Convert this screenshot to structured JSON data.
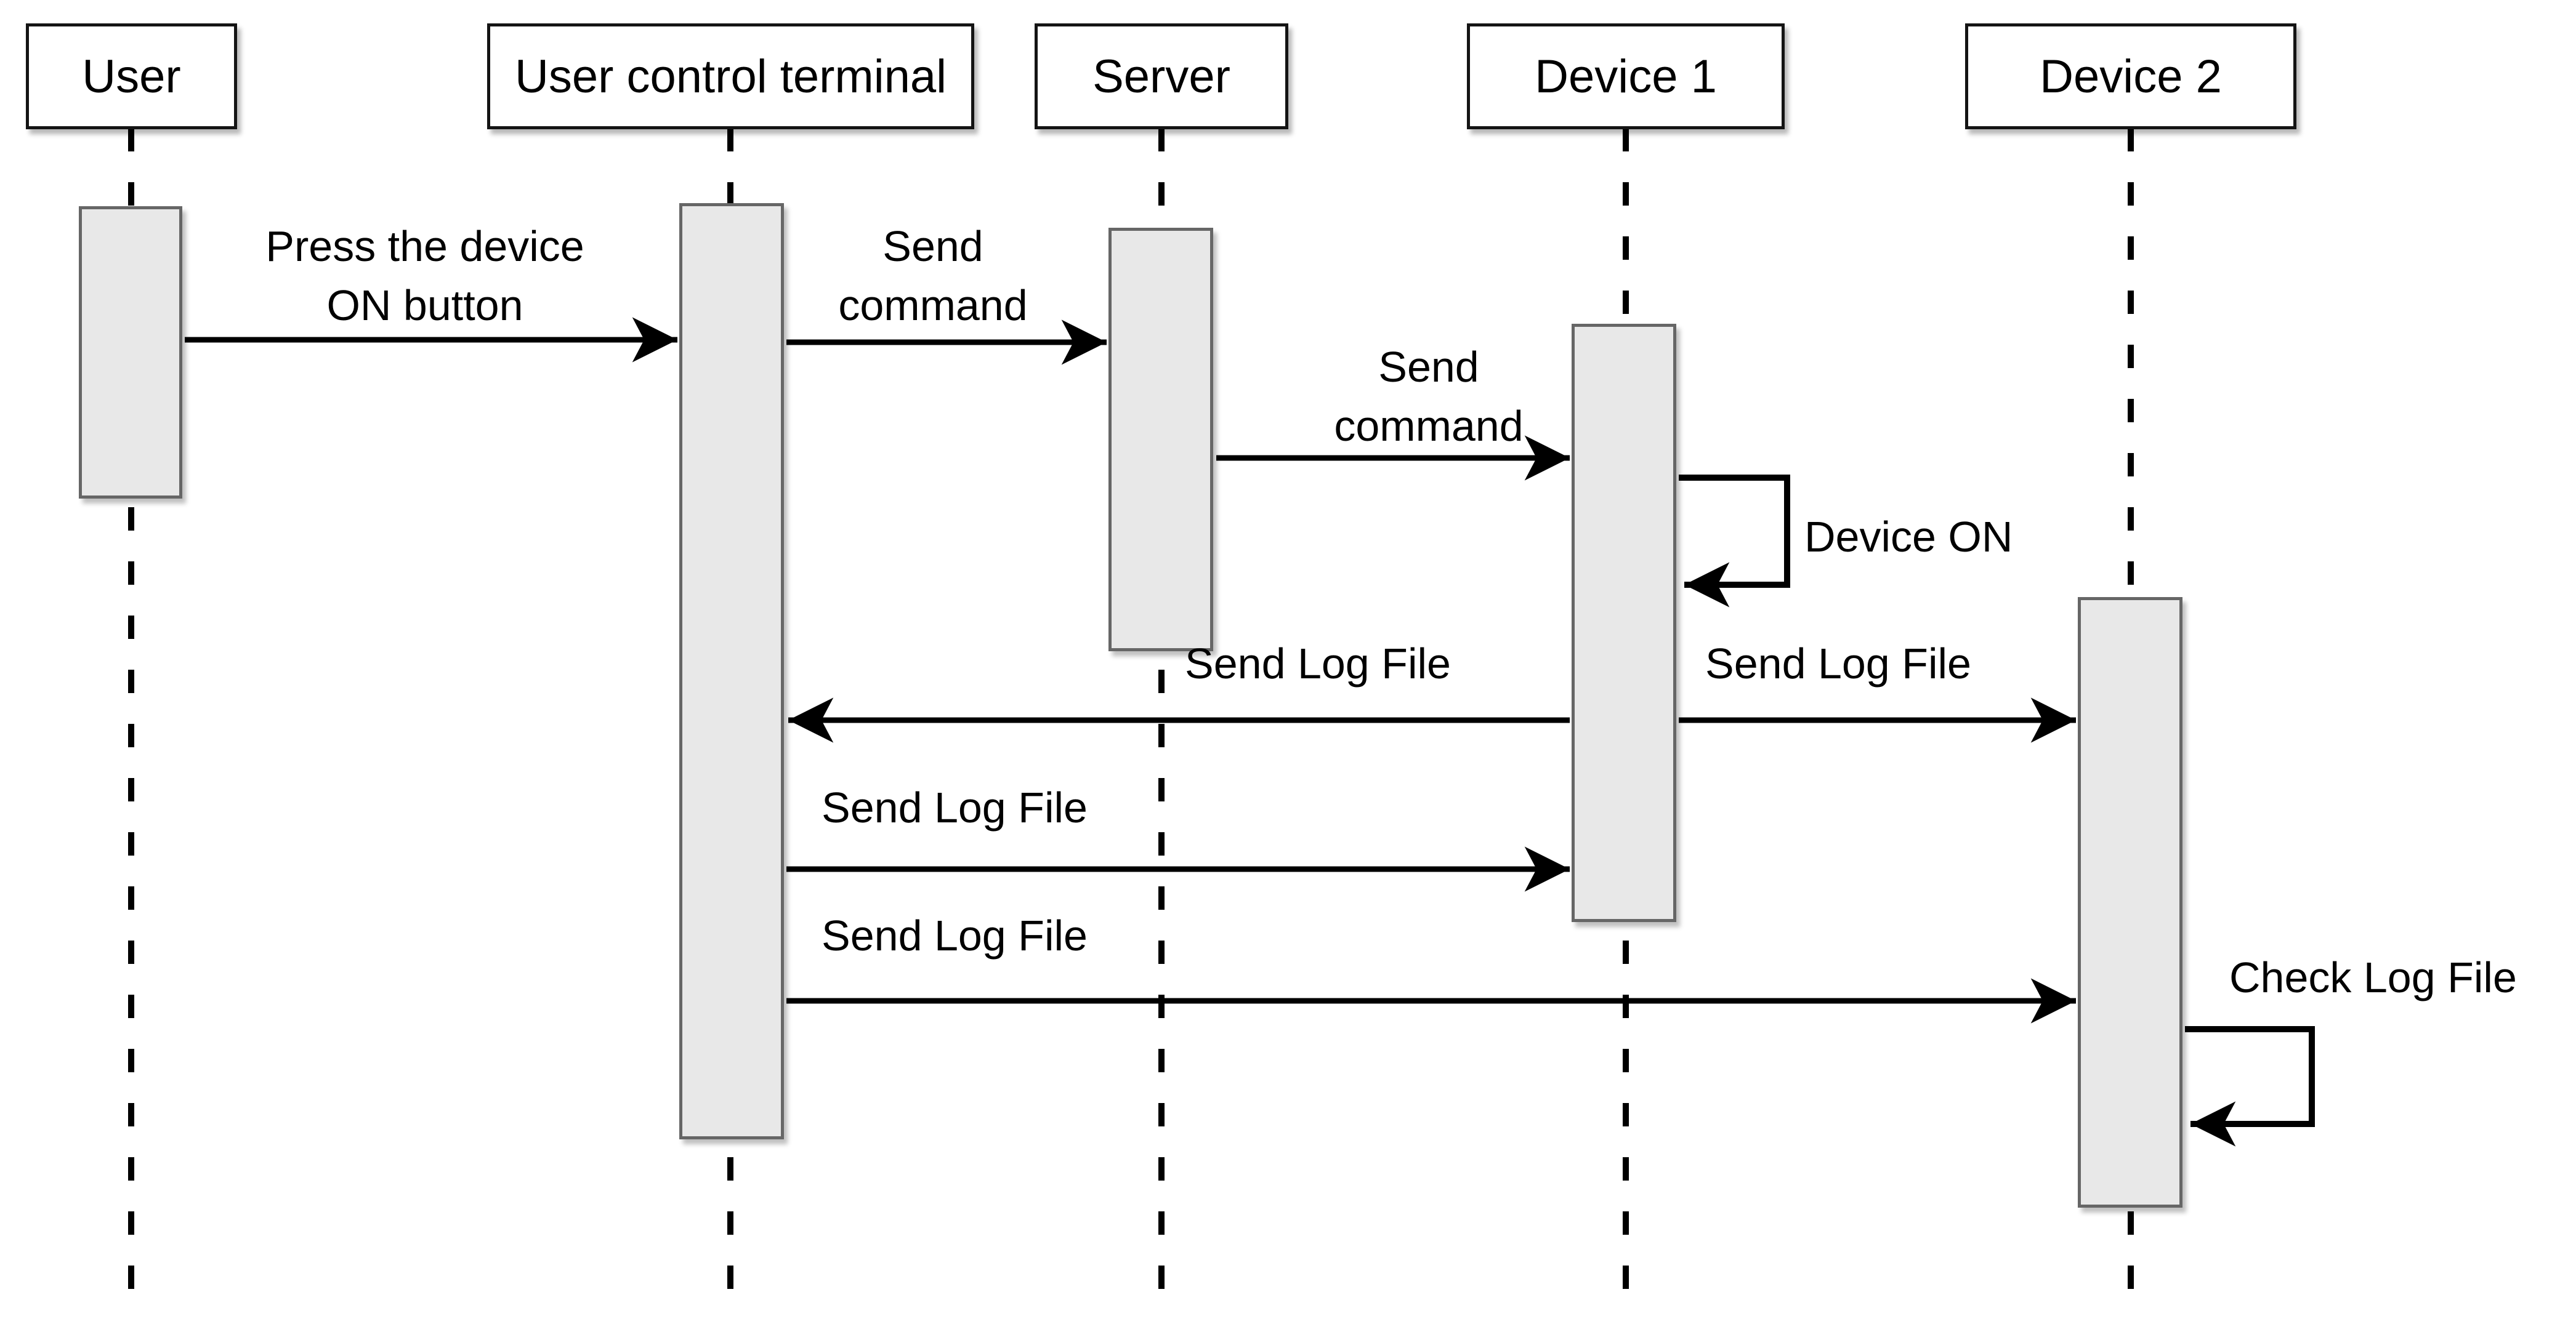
{
  "diagram": {
    "kind": "uml-sequence-diagram",
    "colors": {
      "background": "#ffffff",
      "participant_fill": "#ffffff",
      "participant_border": "#141414",
      "activation_fill": "#e8e8e8",
      "activation_border": "#666666",
      "message_line": "#000000",
      "text": "#000000"
    },
    "participants": [
      {
        "id": "user",
        "label": "User"
      },
      {
        "id": "terminal",
        "label": "User control terminal"
      },
      {
        "id": "server",
        "label": "Server"
      },
      {
        "id": "device1",
        "label": "Device 1"
      },
      {
        "id": "device2",
        "label": "Device 2"
      }
    ],
    "messages": [
      {
        "from": "user",
        "to": "terminal",
        "label": "Press the device\nON button"
      },
      {
        "from": "terminal",
        "to": "server",
        "label": "Send\ncommand"
      },
      {
        "from": "server",
        "to": "device1",
        "label": "Send\ncommand"
      },
      {
        "from": "device1",
        "to": "device1",
        "self": true,
        "label": "Device ON"
      },
      {
        "from": "device1",
        "to": "terminal",
        "label": "Send Log File"
      },
      {
        "from": "device1",
        "to": "device2",
        "label": "Send Log File"
      },
      {
        "from": "terminal",
        "to": "device1",
        "label": "Send Log File"
      },
      {
        "from": "terminal",
        "to": "device2",
        "label": "Send Log File"
      },
      {
        "from": "device2",
        "to": "device2",
        "self": true,
        "label": "Check Log File"
      }
    ]
  }
}
